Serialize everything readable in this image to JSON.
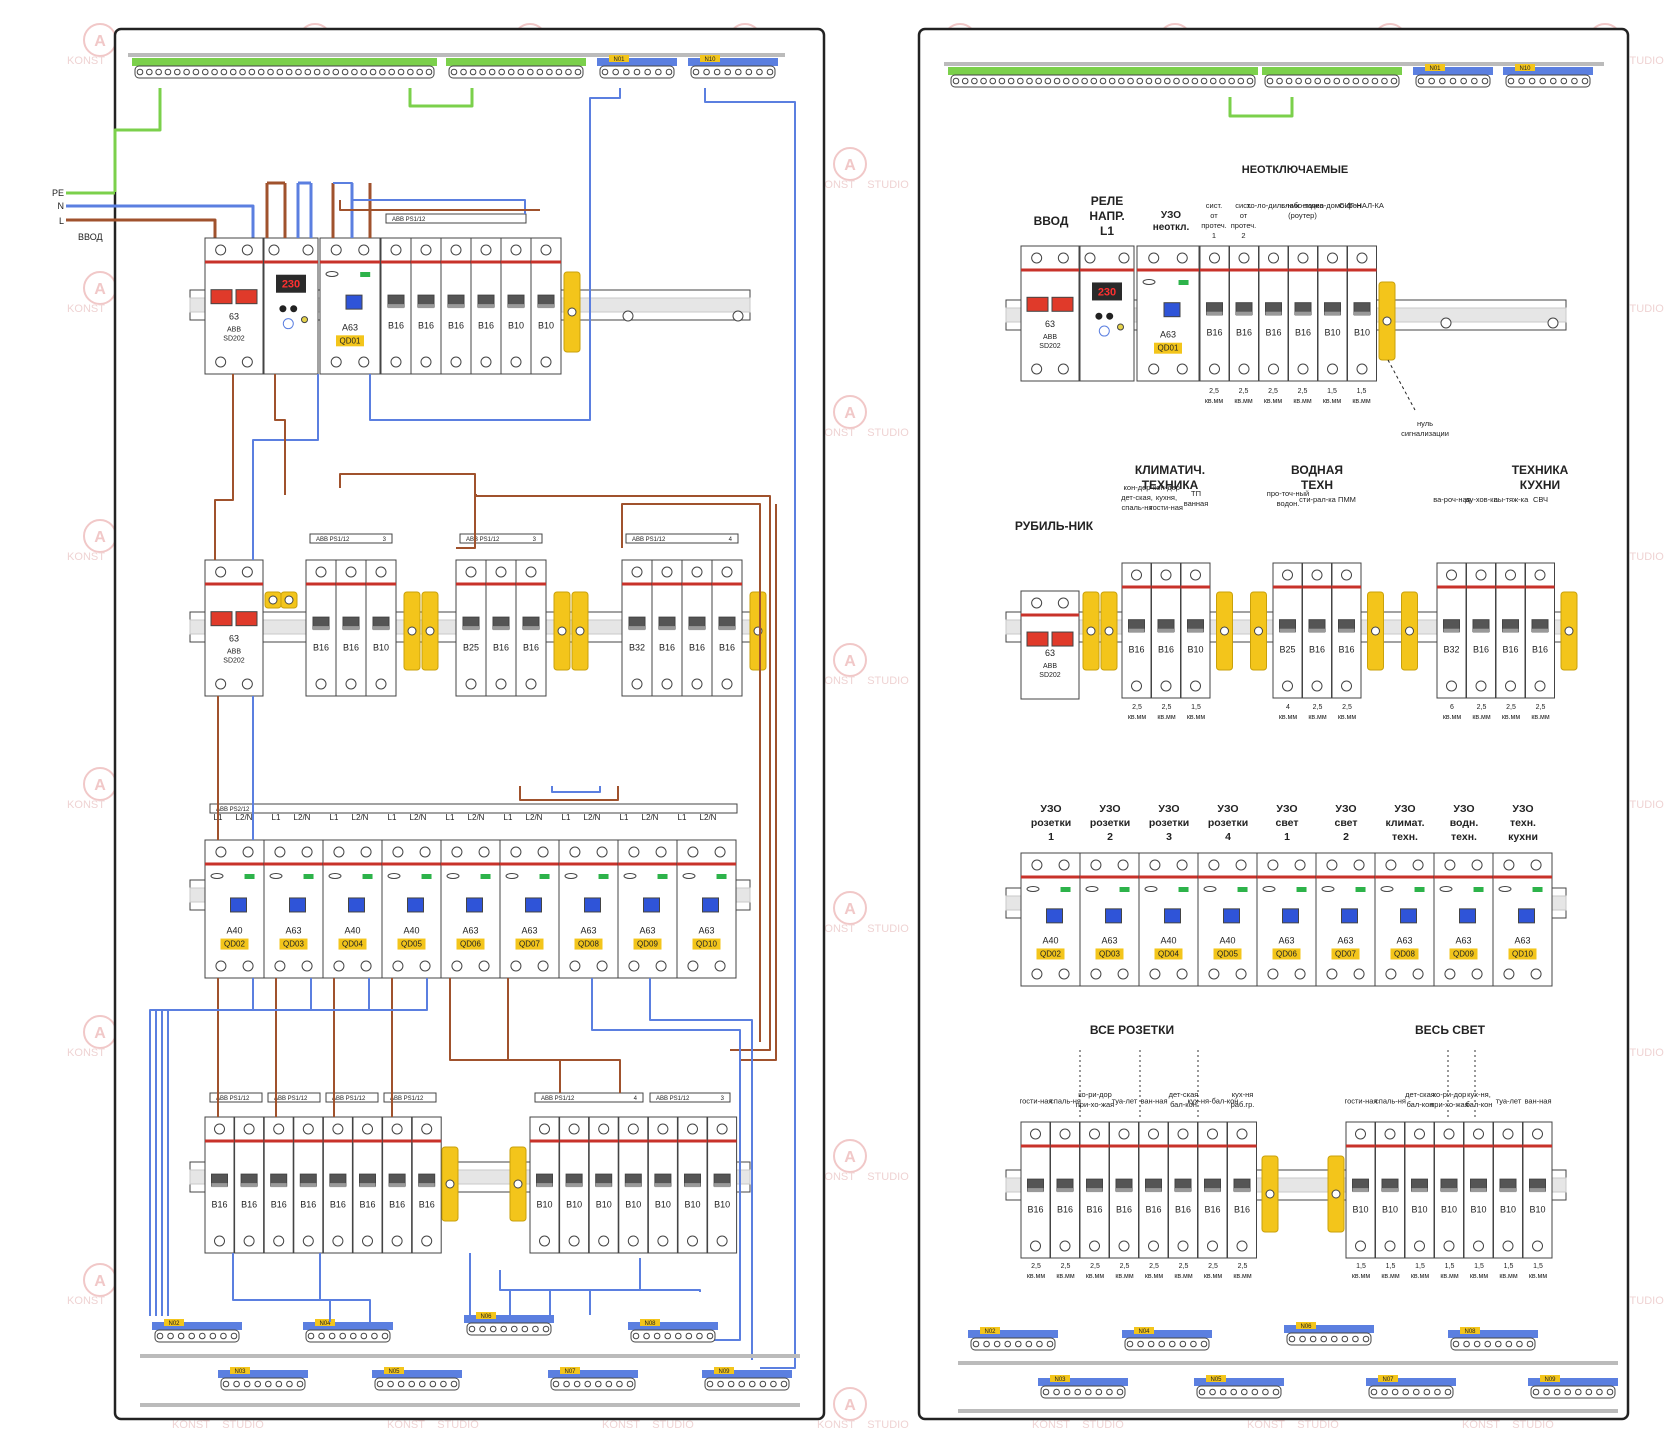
{
  "watermark": {
    "brand": "KONST",
    "suffix": "STUDIO",
    "logo_letter": "A"
  },
  "left": {
    "input": {
      "labels": [
        "PE",
        "N",
        "L"
      ],
      "caption": "ВВОД"
    },
    "bus_top": {
      "n_labels": [
        "N01",
        "N10"
      ]
    },
    "row1": {
      "main_breaker": {
        "rating": "63",
        "brand": "ABB",
        "model": "SD202"
      },
      "relay": {
        "display": "230"
      },
      "rcd": {
        "rating": "A63",
        "tag": "QD01"
      },
      "comb_label": "ABB PS1/12",
      "breakers": [
        "B16",
        "B16",
        "B16",
        "B16",
        "B10",
        "B10"
      ]
    },
    "row2": {
      "main_breaker": {
        "rating": "63",
        "brand": "ABB",
        "model": "SD202"
      },
      "comb_label": "ABB PS1/12",
      "groups": [
        {
          "breakers": [
            "B16",
            "B16",
            "B10"
          ],
          "count": "3"
        },
        {
          "breakers": [
            "B25",
            "B16",
            "B16"
          ],
          "count": "3"
        },
        {
          "breakers": [
            "B32",
            "B16",
            "B16",
            "B16"
          ],
          "count": "4"
        }
      ]
    },
    "row3": {
      "comb_label": "ABB PS2/12",
      "terminal_labels": [
        "L1",
        "L2/N"
      ],
      "rcds": [
        {
          "rating": "A40",
          "tag": "QD02"
        },
        {
          "rating": "A63",
          "tag": "QD03"
        },
        {
          "rating": "A40",
          "tag": "QD04"
        },
        {
          "rating": "A40",
          "tag": "QD05"
        },
        {
          "rating": "A63",
          "tag": "QD06"
        },
        {
          "rating": "A63",
          "tag": "QD07"
        },
        {
          "rating": "A63",
          "tag": "QD08"
        },
        {
          "rating": "A63",
          "tag": "QD09"
        },
        {
          "rating": "A63",
          "tag": "QD10"
        }
      ]
    },
    "row4": {
      "comb_label": "ABB PS1/12",
      "group_a": [
        "B16",
        "B16",
        "B16",
        "B16",
        "B16",
        "B16",
        "B16",
        "B16"
      ],
      "group_b": [
        "B10",
        "B10",
        "B10",
        "B10",
        "B10",
        "B10",
        "B10"
      ],
      "group_b_counts": [
        "4",
        "3"
      ]
    },
    "bottom_bus": {
      "labels": [
        "N02",
        "N04",
        "N06",
        "N08",
        "N03",
        "N05",
        "N07",
        "N09"
      ]
    }
  },
  "right": {
    "row1": {
      "section_title": "НЕОТКЛЮЧАЕМЫЕ",
      "headers": [
        "ВВОД",
        "РЕЛЕ НАПР. L1",
        "УЗО неоткл."
      ],
      "circuit_headers": [
        "сист. от протеч. 1",
        "сист. от протеч. 2",
        "хо-ло-диль-ник",
        "слабо-точка (роутер)",
        "видео-домо-фон",
        "СИГ-НАЛ-КА"
      ],
      "main_breaker": {
        "rating": "63",
        "brand": "ABB",
        "model": "SD202"
      },
      "relay": {
        "display": "230"
      },
      "rcd": {
        "rating": "A63",
        "tag": "QD01"
      },
      "breakers": [
        "B16",
        "B16",
        "B16",
        "B16",
        "B10",
        "B10"
      ],
      "cables": [
        "2,5 кв.мм",
        "2,5 кв.мм",
        "2,5 кв.мм",
        "2,5 кв.мм",
        "1,5 кв.мм",
        "1,5 кв.мм"
      ],
      "note": "нуль сигнализации"
    },
    "row2": {
      "section_titles": [
        "РУБИЛЬ-НИК",
        "КЛИМАТИЧ. ТЕХНИКА",
        "ВОДНАЯ ТЕХН",
        "ТЕХНИКА КУХНИ"
      ],
      "main_breaker": {
        "rating": "63",
        "brand": "ABB",
        "model": "SD202"
      },
      "groups": [
        {
          "headers": [
            "кон-дер дет-ская, спаль-ня",
            "кон-дер кухня, гости-ная",
            "ТП ванная"
          ],
          "breakers": [
            "B16",
            "B16",
            "B10"
          ],
          "cables": [
            "2,5 кв.мм",
            "2,5 кв.мм",
            "1,5 кв.мм"
          ]
        },
        {
          "headers": [
            "про-точ-ный водон.",
            "сти-рал-ка",
            "ПММ"
          ],
          "breakers": [
            "B25",
            "B16",
            "B16"
          ],
          "cables": [
            "4 кв.мм",
            "2,5 кв.мм",
            "2,5 кв.мм"
          ]
        },
        {
          "headers": [
            "ва-роч-ная",
            "ду-хов-ка",
            "вы-тяж-ка",
            "СВЧ"
          ],
          "breakers": [
            "B32",
            "B16",
            "B16",
            "B16"
          ],
          "cables": [
            "6 кв.мм",
            "2,5 кв.мм",
            "2,5 кв.мм",
            "2,5 кв.мм"
          ]
        }
      ]
    },
    "row3": {
      "headers": [
        "УЗО розетки 1",
        "УЗО розетки 2",
        "УЗО розетки 3",
        "УЗО розетки 4",
        "УЗО свет 1",
        "УЗО свет 2",
        "УЗО климат. техн.",
        "УЗО водн. техн.",
        "УЗО техн. кухни"
      ],
      "rcds": [
        {
          "rating": "A40",
          "tag": "QD02"
        },
        {
          "rating": "A63",
          "tag": "QD03"
        },
        {
          "rating": "A40",
          "tag": "QD04"
        },
        {
          "rating": "A40",
          "tag": "QD05"
        },
        {
          "rating": "A63",
          "tag": "QD06"
        },
        {
          "rating": "A63",
          "tag": "QD07"
        },
        {
          "rating": "A63",
          "tag": "QD08"
        },
        {
          "rating": "A63",
          "tag": "QD09"
        },
        {
          "rating": "A63",
          "tag": "QD10"
        }
      ]
    },
    "row4": {
      "section_titles": [
        "ВСЕ РОЗЕТКИ",
        "ВЕСЬ СВЕТ"
      ],
      "group_a": {
        "headers": [
          "гости-ная",
          "спаль-ня",
          "ко-ри-дор при-хо-жая",
          "туа-лет",
          "ван-ная",
          "дет-ская бал-кон",
          "кух-ня-бал-кон",
          "кух-ня раб.гр."
        ],
        "breakers": [
          "B16",
          "B16",
          "B16",
          "B16",
          "B16",
          "B16",
          "B16",
          "B16"
        ],
        "cables": [
          "2,5 кв.мм",
          "2,5 кв.мм",
          "2,5 кв.мм",
          "2,5 кв.мм",
          "2,5 кв.мм",
          "2,5 кв.мм",
          "2,5 кв.мм",
          "2,5 кв.мм"
        ]
      },
      "group_b": {
        "headers": [
          "гости-ная",
          "спаль-ня",
          "дет-ская бал-кон",
          "ко-ри-дор при-хо-жая",
          "кух-ня, бал-кон",
          "туа-лет",
          "ван-ная"
        ],
        "breakers": [
          "B10",
          "B10",
          "B10",
          "B10",
          "B10",
          "B10",
          "B10"
        ],
        "cables": [
          "1,5 кв.мм",
          "1,5 кв.мм",
          "1,5 кв.мм",
          "1,5 кв.мм",
          "1,5 кв.мм",
          "1,5 кв.мм",
          "1,5 кв.мм"
        ]
      }
    },
    "bus_top": {
      "n_labels": [
        "N01",
        "N10"
      ]
    },
    "bottom_bus": {
      "labels": [
        "N02",
        "N04",
        "N06",
        "N08",
        "N03",
        "N05",
        "N07",
        "N09"
      ]
    }
  }
}
